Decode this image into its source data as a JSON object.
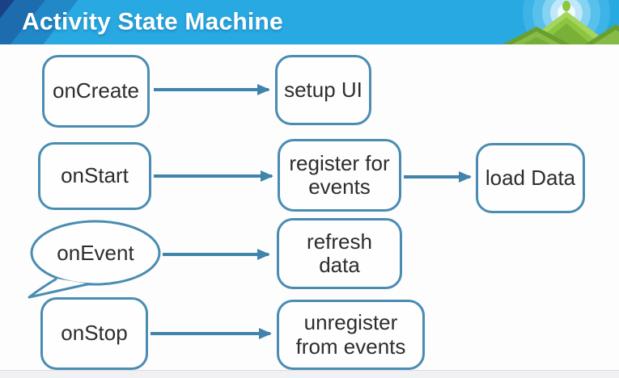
{
  "slide": {
    "title": "Activity State Machine"
  },
  "logo": {
    "name": "mountains-radiating-logo"
  },
  "nodes": {
    "onCreate": {
      "label": "onCreate",
      "shape": "rounded-rect"
    },
    "setupUI": {
      "label": "setup UI",
      "shape": "rounded-rect"
    },
    "onStart": {
      "label": "onStart",
      "shape": "rounded-rect"
    },
    "registerForEvents": {
      "label": "register for\nevents",
      "shape": "rounded-rect"
    },
    "loadData": {
      "label": "load Data",
      "shape": "rounded-rect"
    },
    "onEvent": {
      "label": "onEvent",
      "shape": "speech-bubble"
    },
    "refreshData": {
      "label": "refresh\ndata",
      "shape": "rounded-rect"
    },
    "onStop": {
      "label": "onStop",
      "shape": "rounded-rect"
    },
    "unregisterFromEvents": {
      "label": "unregister\nfrom events",
      "shape": "rounded-rect"
    }
  },
  "edges": [
    {
      "from": "onCreate",
      "to": "setupUI"
    },
    {
      "from": "onStart",
      "to": "registerForEvents"
    },
    {
      "from": "registerForEvents",
      "to": "loadData"
    },
    {
      "from": "onEvent",
      "to": "refreshData"
    },
    {
      "from": "onStop",
      "to": "unregisterFromEvents"
    }
  ],
  "colors": {
    "header_background": "#29a9e1",
    "header_stripe_dark": "#1a4186",
    "box_border": "#4a8cb2",
    "arrow": "#4084ab",
    "node_text": "#2d2d2d",
    "mountain_green": "#8cc63f",
    "footer_strip": "#f1f1f3"
  }
}
